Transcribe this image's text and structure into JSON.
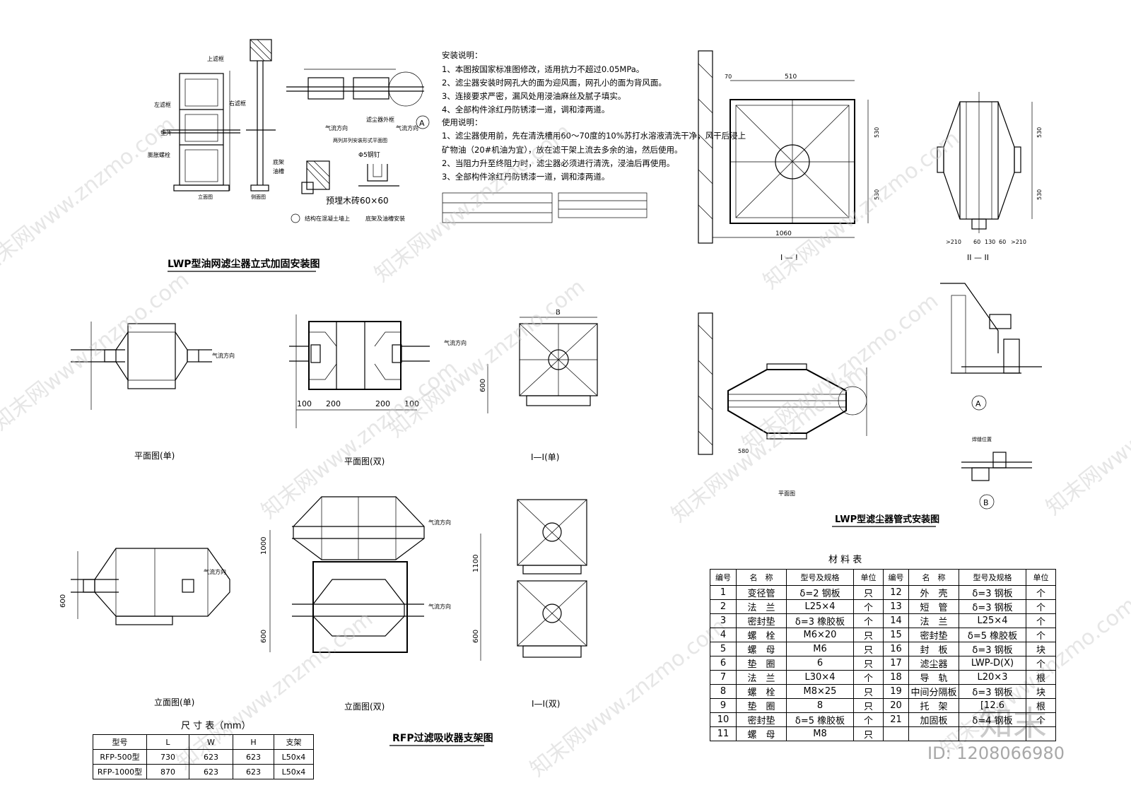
{
  "titles": {
    "lwp_vertical": "LWP型油网滤尘器立式加固安装图",
    "lwp_pipe": "LWP型滤尘器管式安装图",
    "rfp": "RFP过滤吸收器支架图",
    "material_table": "材 料 表",
    "dim_table": "尺 寸 表（mm）"
  },
  "view_labels": {
    "elevation_small": "立面图",
    "side_small": "侧面图",
    "plan_two_row": "两列并列安装形式平面图",
    "embed_note": "结构在混凝土墙上",
    "base_note": "底架及油槽安装",
    "plan_single": "平面图(单)",
    "plan_double": "平面图(双)",
    "section_single": "I—I(单)",
    "elev_single": "立面图(单)",
    "elev_double": "立面图(双)",
    "section_double": "I—I(双)",
    "sec_1": "I — I",
    "sec_2": "II — II",
    "plan_pipe": "平面图",
    "detail_a": "A",
    "detail_b": "B",
    "weld_pos": "焊缝位置"
  },
  "part_labels": {
    "upper_frame": "上滤框",
    "left_frame": "左滤框",
    "right_frame": "右滤框",
    "pad": "垫片",
    "expansion_bolt": "膨胀螺栓",
    "base_frame": "底架",
    "oil_tank": "油槽",
    "airflow": "气流方向",
    "outer_frame": "滤尘器外框",
    "embed_wood": "预埋木砖60×60",
    "nail": "Φ5钢钉"
  },
  "notes": {
    "install_title": "安装说明：",
    "install": [
      "1、本图按国家标准图修改，适用抗力不超过0.05MPa。",
      "2、滤尘器安装时网孔大的面为迎风面，网孔小的面为背风面。",
      "3、连接要求严密，漏风处用浸油麻丝及腻子填实。",
      "4、全部构件涂红丹防锈漆一道，调和漆两道。"
    ],
    "use_title": "使用说明：",
    "use": [
      "1、滤尘器使用前，先在清洗槽用60～70度的10%苏打水溶液清洗干净，风干后浸上",
      "矿物油（20#机油为宜），放在滤干架上流去多余的油，然后使用。",
      "2、当阻力升至终阻力时，滤尘器必须进行清洗，浸油后再使用。",
      "3、全部构件涂红丹防锈漆一道，调和漆两道。"
    ]
  },
  "dims": {
    "d100": "100",
    "d200": "200",
    "d600": "600",
    "d1000": "1000",
    "d1100": "1100",
    "dB": "B",
    "d510": "510",
    "d530": "530",
    "d1060": "1060",
    "d70": "70",
    "d580": "580",
    "d210": ">210",
    "d60": "60",
    "d130": "130"
  },
  "material_table": {
    "headers": [
      "编号",
      "名　称",
      "型号及规格",
      "单位",
      "编号",
      "名　称",
      "型号及规格",
      "单位"
    ],
    "rows": [
      [
        "1",
        "变径管",
        "δ=2 钢板",
        "只",
        "12",
        "外　壳",
        "δ=3 钢板",
        "个"
      ],
      [
        "2",
        "法　兰",
        "L25×4",
        "个",
        "13",
        "短　管",
        "δ=3 钢板",
        "个"
      ],
      [
        "3",
        "密封垫",
        "δ=3 橡胶板",
        "个",
        "14",
        "法　兰",
        "L25×4",
        "个"
      ],
      [
        "4",
        "螺　栓",
        "M6×20",
        "只",
        "15",
        "密封垫",
        "δ=5 橡胶板",
        "个"
      ],
      [
        "5",
        "螺　母",
        "M6",
        "只",
        "16",
        "封　板",
        "δ=3 钢板",
        "块"
      ],
      [
        "6",
        "垫　圈",
        "6",
        "只",
        "17",
        "滤尘器",
        "LWP-D(X)",
        "个"
      ],
      [
        "7",
        "法　兰",
        "L30×4",
        "个",
        "18",
        "导　轨",
        "L20×3",
        "根"
      ],
      [
        "8",
        "螺　栓",
        "M8×25",
        "只",
        "19",
        "中间分隔板",
        "δ=3 钢板",
        "块"
      ],
      [
        "9",
        "垫　圈",
        "8",
        "只",
        "20",
        "托　架",
        "[12.6",
        "根"
      ],
      [
        "10",
        "密封垫",
        "δ=5 橡胶板",
        "个",
        "21",
        "加固板",
        "δ=4 钢板",
        "个"
      ],
      [
        "11",
        "螺　母",
        "M8",
        "只",
        "",
        "",
        "",
        ""
      ]
    ]
  },
  "dim_table": {
    "headers": [
      "型号",
      "L",
      "W",
      "H",
      "支架"
    ],
    "rows": [
      [
        "RFP-500型",
        "730",
        "623",
        "623",
        "L50x4"
      ],
      [
        "RFP-1000型",
        "870",
        "623",
        "623",
        "L50x4"
      ]
    ]
  },
  "watermarks": {
    "site": "知末网www.znzmo.com",
    "logo": "知末",
    "id": "ID: 1208066980"
  }
}
